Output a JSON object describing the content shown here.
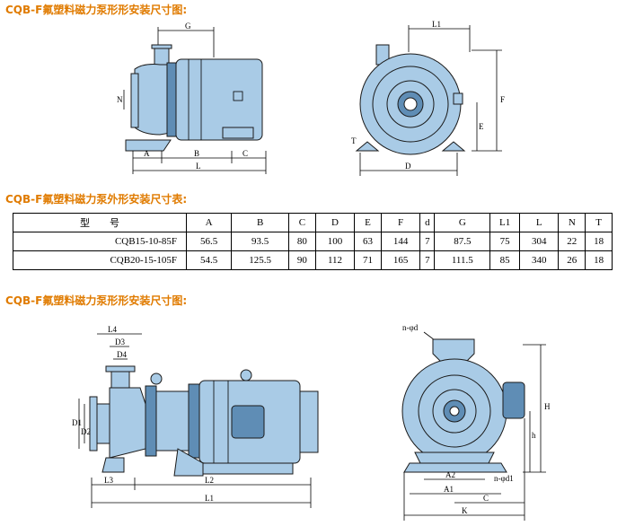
{
  "headings": {
    "drawing_top": "CQB-F氟塑料磁力泵形形安装尺寸图:",
    "table_title": "CQB-F氟塑料磁力泵外形安装尺寸表:",
    "drawing_bottom": "CQB-F氟塑料磁力泵形形安装尺寸图:"
  },
  "table": {
    "model_header": "型　　号",
    "headers": [
      "A",
      "B",
      "C",
      "D",
      "E",
      "F",
      "d",
      "G",
      "L1",
      "L",
      "N",
      "T"
    ],
    "rows": [
      {
        "model": "CQB15-10-85F",
        "values": [
          "56.5",
          "93.5",
          "80",
          "100",
          "63",
          "144",
          "7",
          "87.5",
          "75",
          "304",
          "22",
          "18"
        ]
      },
      {
        "model": "CQB20-15-105F",
        "values": [
          "54.5",
          "125.5",
          "90",
          "112",
          "71",
          "165",
          "7",
          "111.5",
          "85",
          "340",
          "26",
          "18"
        ]
      }
    ]
  },
  "dims_top_side": {
    "g": "G",
    "n": "N",
    "a": "A",
    "b": "B",
    "c": "C",
    "l": "L"
  },
  "dims_top_front": {
    "l1": "L1",
    "f": "F",
    "e": "E",
    "d": "D",
    "t": "T"
  },
  "dims_bottom_side": {
    "l4": "L4",
    "d3": "D3",
    "d4": "D4",
    "d1": "D1",
    "d2": "D2",
    "l3": "L3",
    "l2": "L2",
    "l1": "L1"
  },
  "dims_bottom_front": {
    "nd": "n-φd",
    "h1": "H",
    "h": "h",
    "nd1": "n-φd1",
    "a2": "A2",
    "a1": "A1",
    "c": "C",
    "k": "K"
  },
  "colors": {
    "heading": "#e07b00",
    "pump": "#a9cbe6",
    "pump_dark": "#5f8db5"
  }
}
